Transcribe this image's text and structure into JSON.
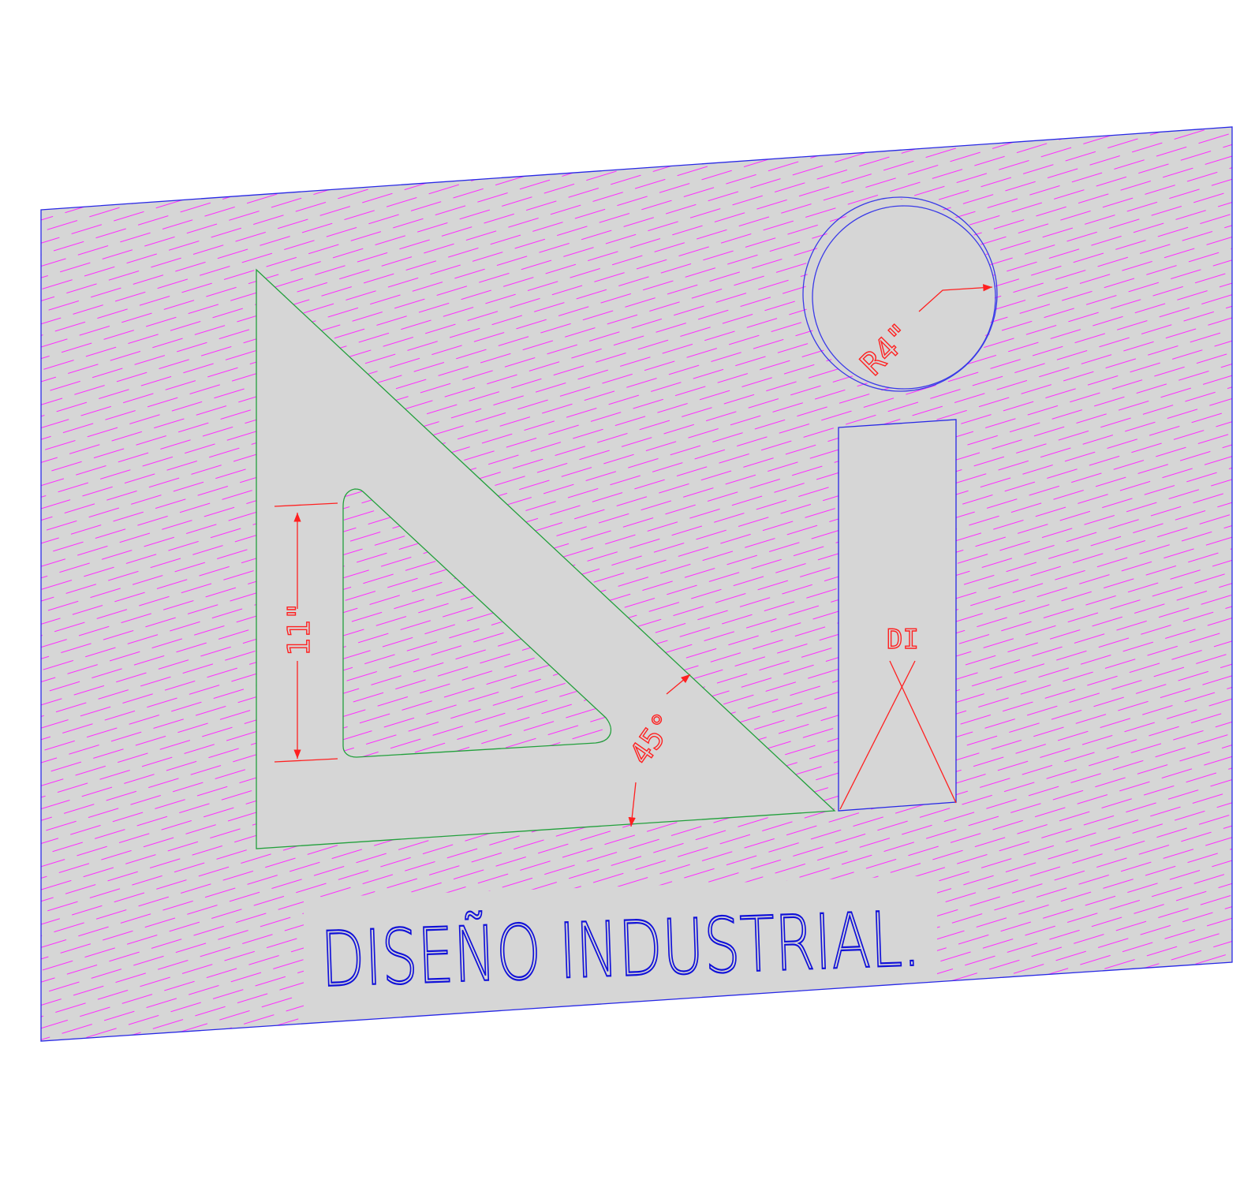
{
  "colors": {
    "background": "#ffffff",
    "sheet_fill": "#d6d6d6",
    "sheet_outline": "#2828e6",
    "hatch": "#ff2bff",
    "triangle_outline": "#22a03c",
    "dimension": "#ff2020",
    "circle_outline": "#3a3ae8",
    "title": "#1010d8"
  },
  "dimensions": {
    "height_label": "11\"",
    "angle_label": "45°",
    "radius_label": "R4\"",
    "rectangle_label": "DI"
  },
  "title": {
    "text": "DISEÑO INDUSTRIAL."
  }
}
